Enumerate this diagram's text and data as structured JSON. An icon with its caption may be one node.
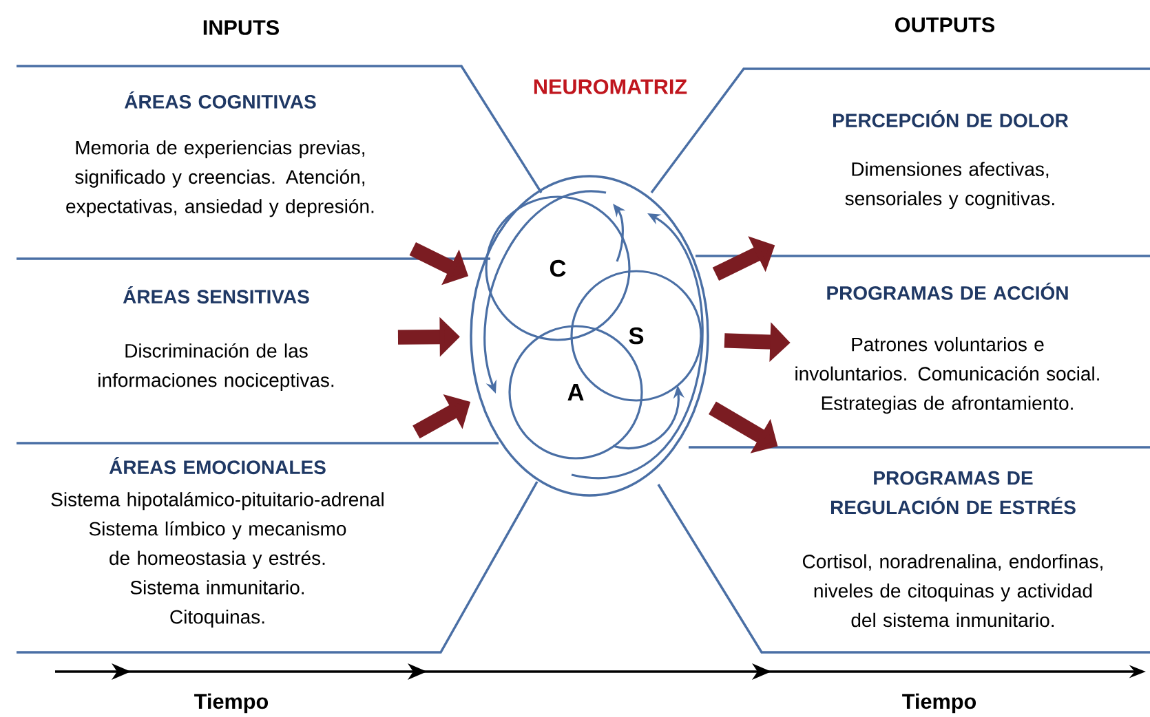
{
  "diagram": {
    "nodes": [
      {
        "text": [
          "ÁREAS COGNITIVAS",
          "Memoria de experiencias previas, significado y creencias. Atención, expectativas, ansiedad y depresión."
        ]
      },
      {
        "text": [
          "ÁREAS SENSITIVAS",
          "Discriminación de las informaciones nociceptivas."
        ]
      },
      {
        "text": [
          "ÁREAS EMOCIONALES",
          "Sistema hipotalámico-pituitario-adrenal",
          "Sistema límbico y mecanismo de homeostasia y estrés.",
          "Sistema inmunitario.",
          "Citoquinas."
        ]
      },
      {
        "text": [
          "PERCEPCIÓN DE DOLOR",
          "Dimensiones afectivas, sensoriales y cognitivas."
        ]
      },
      {
        "text": [
          "PROGRAMAS DE ACCIÓN",
          "Patrones voluntarios e involuntarios. Comunicación social. Estrategias de afrontamiento."
        ]
      },
      {
        "text": [
          "PROGRAMAS DE REGULACIÓN DE ESTRÉS",
          "Cortisol, noradrenalina, endorfinas, niveles de citoquinas y actividad del sistema inmunitario."
        ]
      },
      {
        "text": [],
        "shape": "ellipse"
      },
      {
        "text": [
          "C"
        ],
        "in": 6
      },
      {
        "text": [
          "S"
        ],
        "in": 6
      },
      {
        "text": [
          "A"
        ],
        "in": 6
      }
    ],
    "edges": [
      {
        "from": 0,
        "to": 6,
        "arrow": "to"
      },
      {
        "from": 1,
        "to": 6,
        "arrow": "to"
      },
      {
        "from": 2,
        "to": 6,
        "arrow": "to"
      },
      {
        "from": 6,
        "to": 3,
        "arrow": "to"
      },
      {
        "from": 6,
        "to": 4,
        "arrow": "to"
      },
      {
        "from": 6,
        "to": 5,
        "arrow": "to"
      },
      {
        "from": 9,
        "to": 8,
        "arrow": "to",
        "color": "#4a6fa5"
      }
    ],
    "labels": [
      "INPUTS",
      "NEUROMATRIZ",
      "OUTPUTS",
      "Tiempo",
      "Tiempo"
    ]
  }
}
